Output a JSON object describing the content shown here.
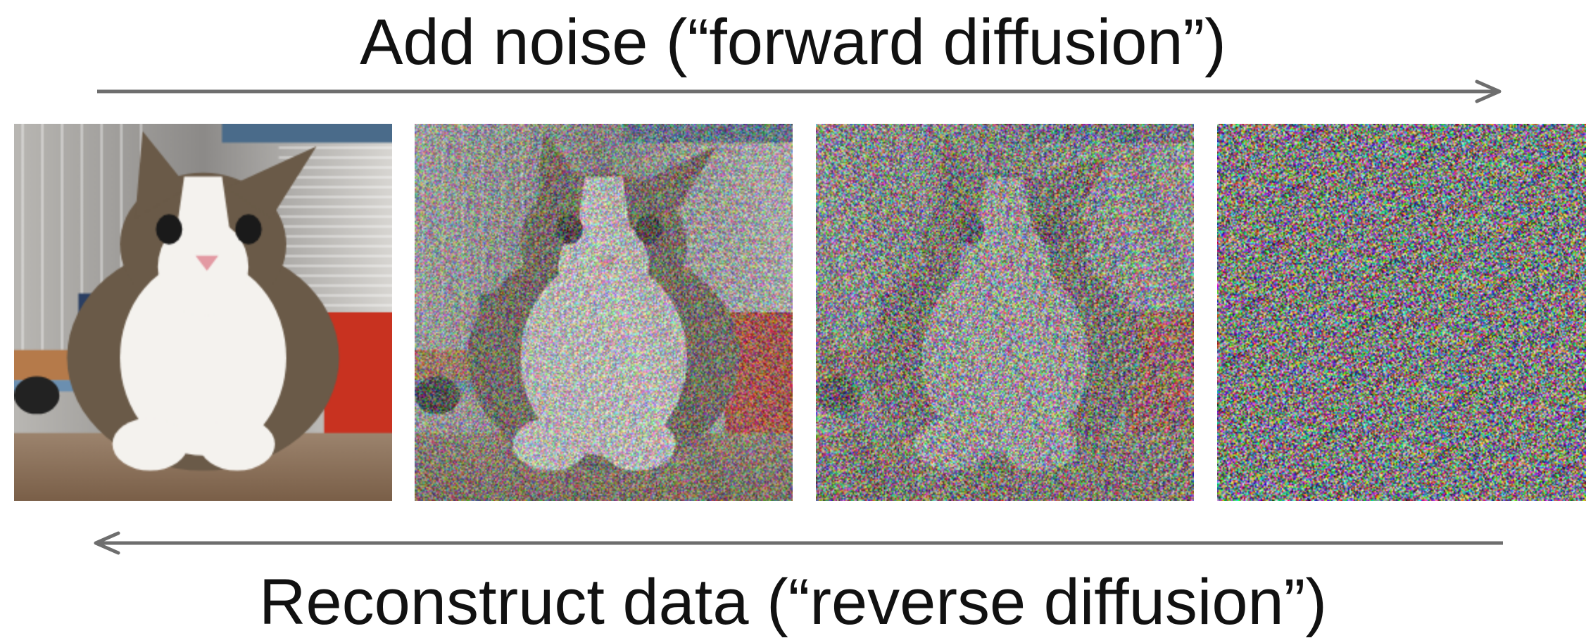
{
  "forward": {
    "label": "Add noise (“forward diffusion”)"
  },
  "reverse": {
    "label": "Reconstruct data (“reverse diffusion”)"
  },
  "panels": [
    {
      "subject": "cat photo",
      "noise_level": 0.0
    },
    {
      "subject": "noisy cat photo",
      "noise_level": 0.55
    },
    {
      "subject": "noisier cat photo",
      "noise_level": 0.78
    },
    {
      "subject": "pure noise",
      "noise_level": 1.0
    }
  ],
  "colors": {
    "arrow": "#6e6e6e",
    "text": "#111111"
  }
}
